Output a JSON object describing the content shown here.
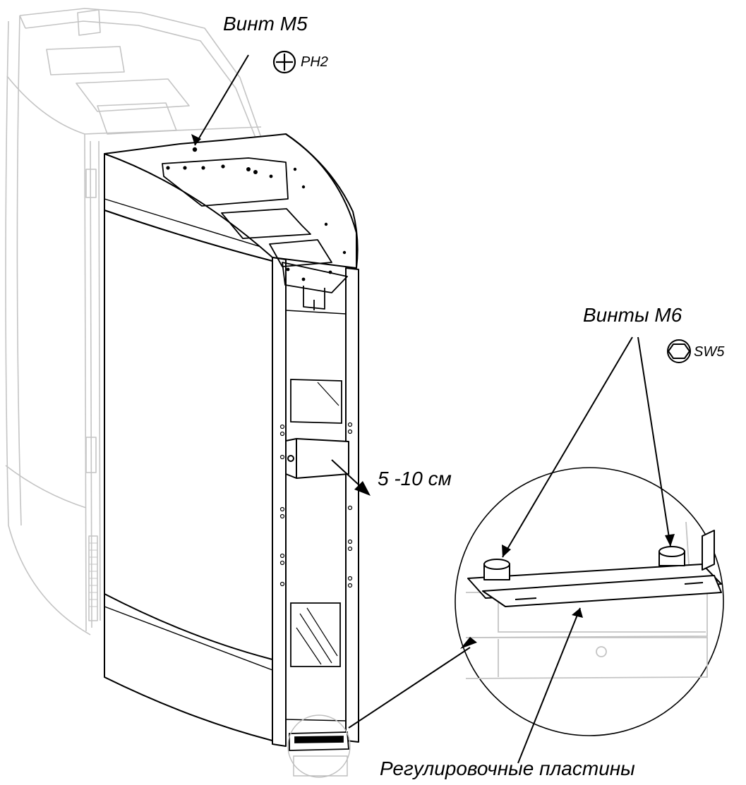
{
  "labels": {
    "screw_m5": "Винт М5",
    "tool_ph2": "PH2",
    "screws_m6": "Винты М6",
    "tool_sw5": "SW5",
    "distance": "5 -10 см",
    "adjust_plates": "Регулировочные пластины"
  },
  "icons": {
    "phillips": "phillips-screwdriver-icon",
    "hex": "hex-key-icon"
  },
  "colors": {
    "line": "#000000",
    "ghost": "#bdbdbd",
    "fill": "#ffffff"
  }
}
